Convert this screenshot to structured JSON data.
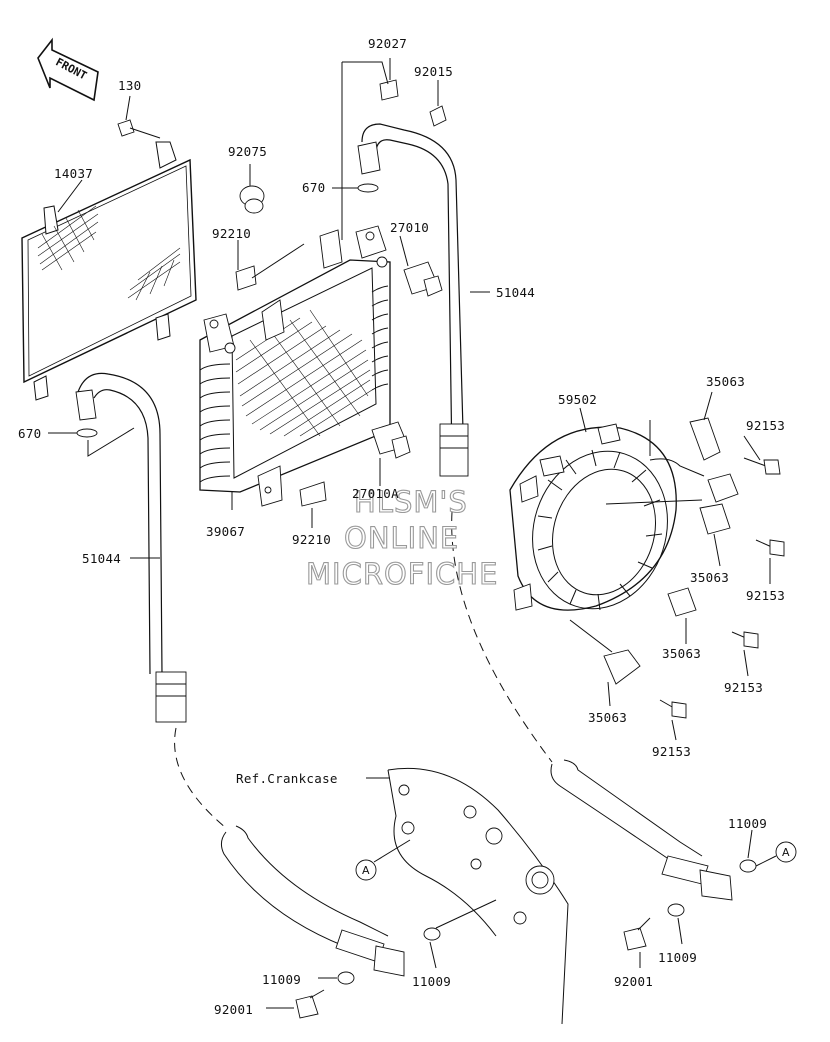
{
  "diagram": {
    "front_label": "FRONT",
    "ref_label": "Ref.Crankcase",
    "ref_marker": "A",
    "watermark": [
      "HLSM'S",
      "ONLINE",
      "MICROFICHE"
    ],
    "callouts": [
      "92027",
      "92015",
      "130",
      "14037",
      "92075",
      "670",
      "27010",
      "92210",
      "51044",
      "670",
      "59502",
      "35063",
      "92153",
      "27010A",
      "39067",
      "92210",
      "51044",
      "35063",
      "92153",
      "35063",
      "92153",
      "35063",
      "92153",
      "11009",
      "11009",
      "92001",
      "11009",
      "11009",
      "92001"
    ]
  }
}
